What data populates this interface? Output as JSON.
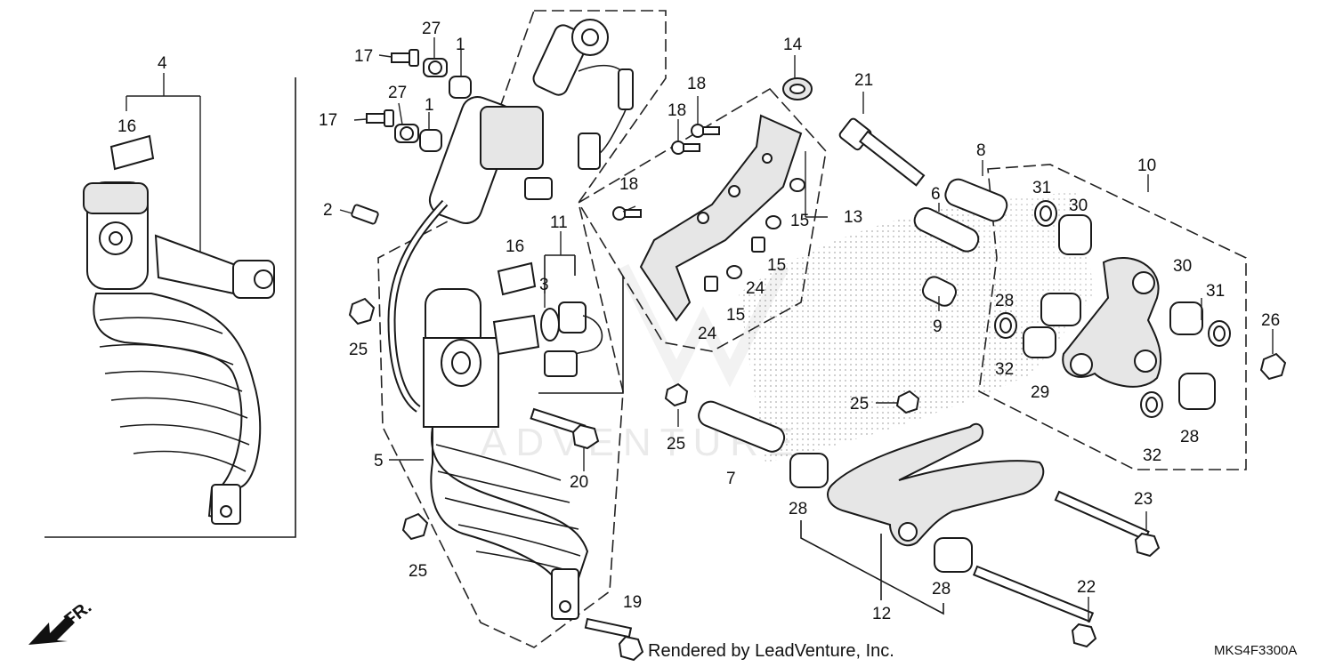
{
  "diagram": {
    "footer_credit": "Rendered by LeadVenture, Inc.",
    "diagram_code": "MKS4F3300A",
    "front_indicator": "FR.",
    "watermark": "ADVENTURE",
    "callouts": {
      "n1a": "1",
      "n1b": "1",
      "n2": "2",
      "n3": "3",
      "n4": "4",
      "n5": "5",
      "n6": "6",
      "n7": "7",
      "n8": "8",
      "n9": "9",
      "n10": "10",
      "n11": "11",
      "n12": "12",
      "n13": "13",
      "n14": "14",
      "n15a": "15",
      "n15b": "15",
      "n15c": "15",
      "n16a": "16",
      "n16b": "16",
      "n17a": "17",
      "n17b": "17",
      "n18a": "18",
      "n18b": "18",
      "n18c": "18",
      "n19": "19",
      "n20": "20",
      "n21": "21",
      "n22": "22",
      "n23": "23",
      "n24a": "24",
      "n24b": "24",
      "n25a": "25",
      "n25b": "25",
      "n25c": "25",
      "n25d": "25",
      "n26": "26",
      "n27a": "27",
      "n27b": "27",
      "n28a": "28",
      "n28b": "28",
      "n28c": "28",
      "n28d": "28",
      "n29": "29",
      "n30a": "30",
      "n30b": "30",
      "n31a": "31",
      "n31b": "31",
      "n32a": "32",
      "n32b": "32"
    }
  }
}
